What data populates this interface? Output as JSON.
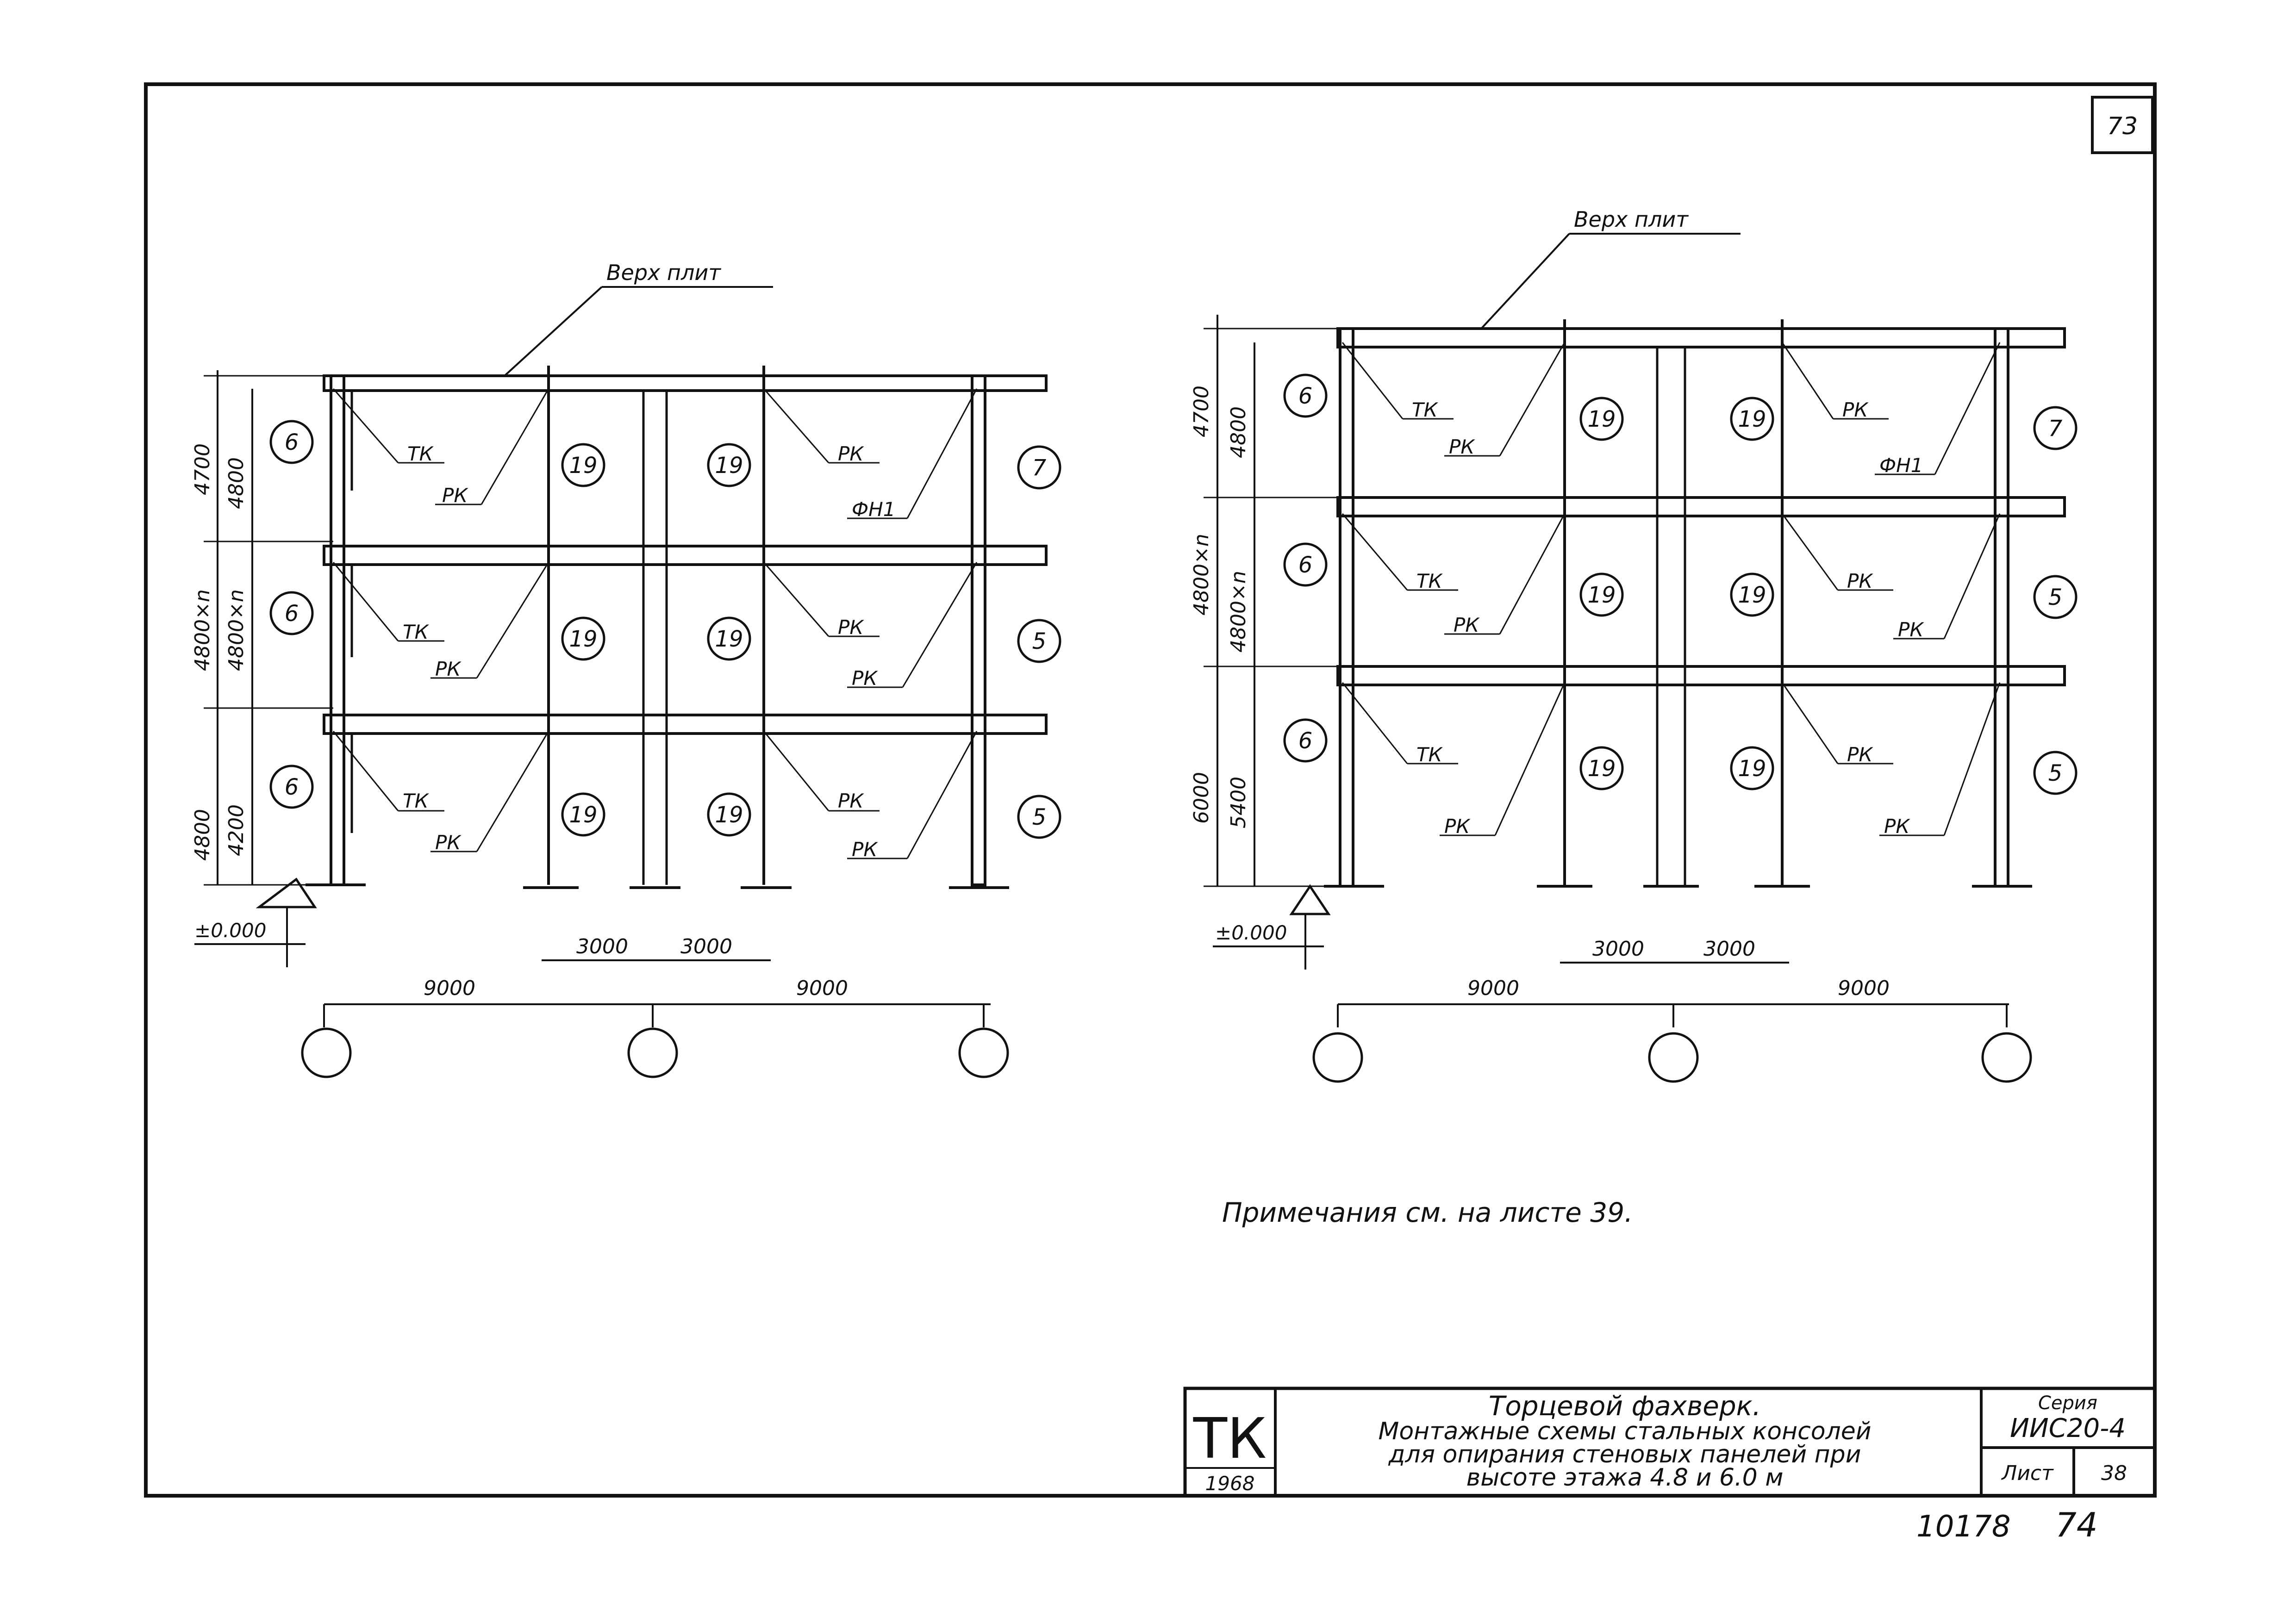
{
  "sheet": {
    "page_number": "73",
    "note": "Примечания см. на листе 39.",
    "bottom_number": "10178",
    "bottom_page": "74"
  },
  "title_block": {
    "org": "ТК",
    "year": "1968",
    "title_line1": "Торцевой фахверк.",
    "title_line2": "Монтажные схемы стальных консолей",
    "title_line3": "для опирания стеновых панелей при",
    "title_line4": "высоте этажа 4.8 и 6.0 м",
    "series_label": "Серия",
    "series_value": "ИИС20-4",
    "sheet_label": "Лист",
    "sheet_value": "38"
  },
  "frames": [
    {
      "top_label": "Верх плит",
      "outer_dims": [
        "4700",
        "4800×n",
        "4800"
      ],
      "inner_dims": [
        "4800",
        "4800×n",
        "4200"
      ],
      "level": "±0.000",
      "spans_small": [
        "3000",
        "3000"
      ],
      "spans_large": [
        "9000",
        "9000"
      ],
      "left_marks": [
        "6",
        "6",
        "6"
      ],
      "mid_marks": [
        "19",
        "19",
        "19",
        "19",
        "19",
        "19"
      ],
      "right_marks": [
        "7",
        "5",
        "5"
      ],
      "tk_labels": [
        "ТК",
        "ТК",
        "ТК"
      ],
      "rk_labels": [
        "РК",
        "РК",
        "РК",
        "РК",
        "РК",
        "РК",
        "РК",
        "РК"
      ],
      "fh_label": "ФН1"
    },
    {
      "top_label": "Верх плит",
      "outer_dims": [
        "4700",
        "4800×n",
        "6000"
      ],
      "inner_dims": [
        "4800",
        "4800×n",
        "5400"
      ],
      "level": "±0.000",
      "spans_small": [
        "3000",
        "3000"
      ],
      "spans_large": [
        "9000",
        "9000"
      ],
      "left_marks": [
        "6",
        "6",
        "6"
      ],
      "mid_marks": [
        "19",
        "19",
        "19",
        "19",
        "19",
        "19"
      ],
      "right_marks": [
        "7",
        "5",
        "5"
      ],
      "tk_labels": [
        "ТК",
        "ТК",
        "ТК"
      ],
      "rk_labels": [
        "РК",
        "РК",
        "РК",
        "РК",
        "РК",
        "РК",
        "РК",
        "РК"
      ],
      "fh_label": "ФН1"
    }
  ]
}
